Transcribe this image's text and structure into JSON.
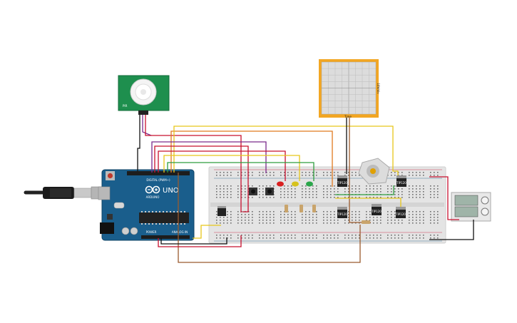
{
  "arduino": {
    "logo_text": "UNO",
    "brand_text": "ARDUINO",
    "digital_header_text": "DIGITAL (PWM~)",
    "power_header_text": "POWER",
    "analog_header_text": "ANALOG IN"
  },
  "oscilloscope": {
    "probe_label": "Time",
    "scale_label": "10V/div"
  },
  "pir_sensor": {
    "label": "PIR"
  },
  "transistors": [
    {
      "label": "TIP120"
    },
    {
      "label": "TIP120"
    },
    {
      "label": "TIP120"
    },
    {
      "label": "TIP120"
    },
    {
      "label": "TIP120"
    }
  ],
  "power_supply": {
    "display_top": "",
    "display_bottom": ""
  },
  "colors": {
    "board_blue": "#1a5e8c",
    "breadboard": "#e6e6e6",
    "pir_green": "#1e8f4e",
    "scope_frame": "#f2a623",
    "wire_red": "#c8102e",
    "wire_black": "#111111",
    "wire_brown": "#9a5b2e",
    "wire_orange": "#e07a1f",
    "wire_yellow": "#e8c61a",
    "wire_purple": "#7a2a8c",
    "wire_green": "#2e9e3e",
    "led_red": "#d92020",
    "led_yellow": "#d6c21e",
    "led_green": "#2aa64a"
  }
}
